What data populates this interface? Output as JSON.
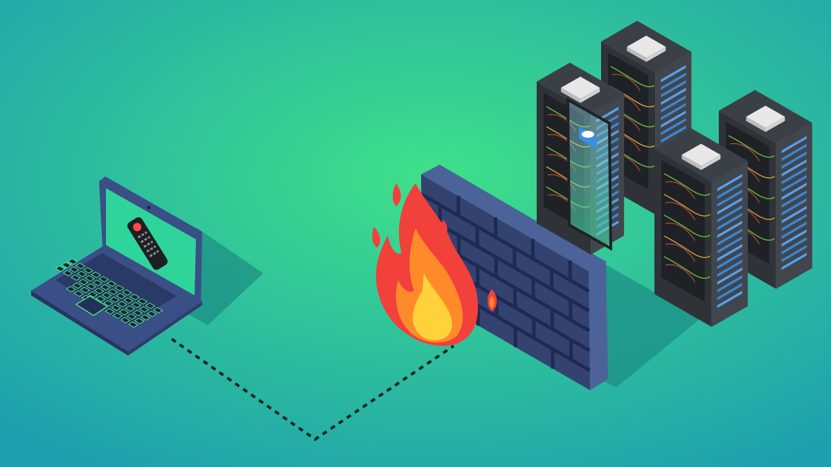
{
  "illustration": {
    "subject": "network-firewall",
    "elements": {
      "laptop": {
        "icon": "laptop-icon",
        "screen_content": "remote-control-icon"
      },
      "connection": {
        "icon": "dotted-connection-line"
      },
      "firewall": {
        "icon": "brick-wall-icon",
        "overlay": "fire-icon"
      },
      "servers": {
        "icon": "server-rack-icon",
        "count": 4,
        "open_rack_screen": "cloud-icon"
      }
    }
  },
  "colors": {
    "bg_center": "#3fe08a",
    "bg_edge": "#1e9fae",
    "shadow": "#1c8f86",
    "wall_front": "#34426f",
    "wall_top": "#4c6399",
    "wall_mortar": "#1f2a52",
    "laptop_body": "#3a4f86",
    "laptop_screen": "#2fd49a",
    "key_glow": "#4dff8c",
    "rack_body": "#2f3338",
    "rack_side": "#41464d",
    "rack_top": "#e8e8e8",
    "rack_led": "#3a8ee6",
    "flame_outer": "#f2403b",
    "flame_mid": "#ff8a2a",
    "flame_inner": "#ffd23a",
    "dots": "#10281e"
  }
}
